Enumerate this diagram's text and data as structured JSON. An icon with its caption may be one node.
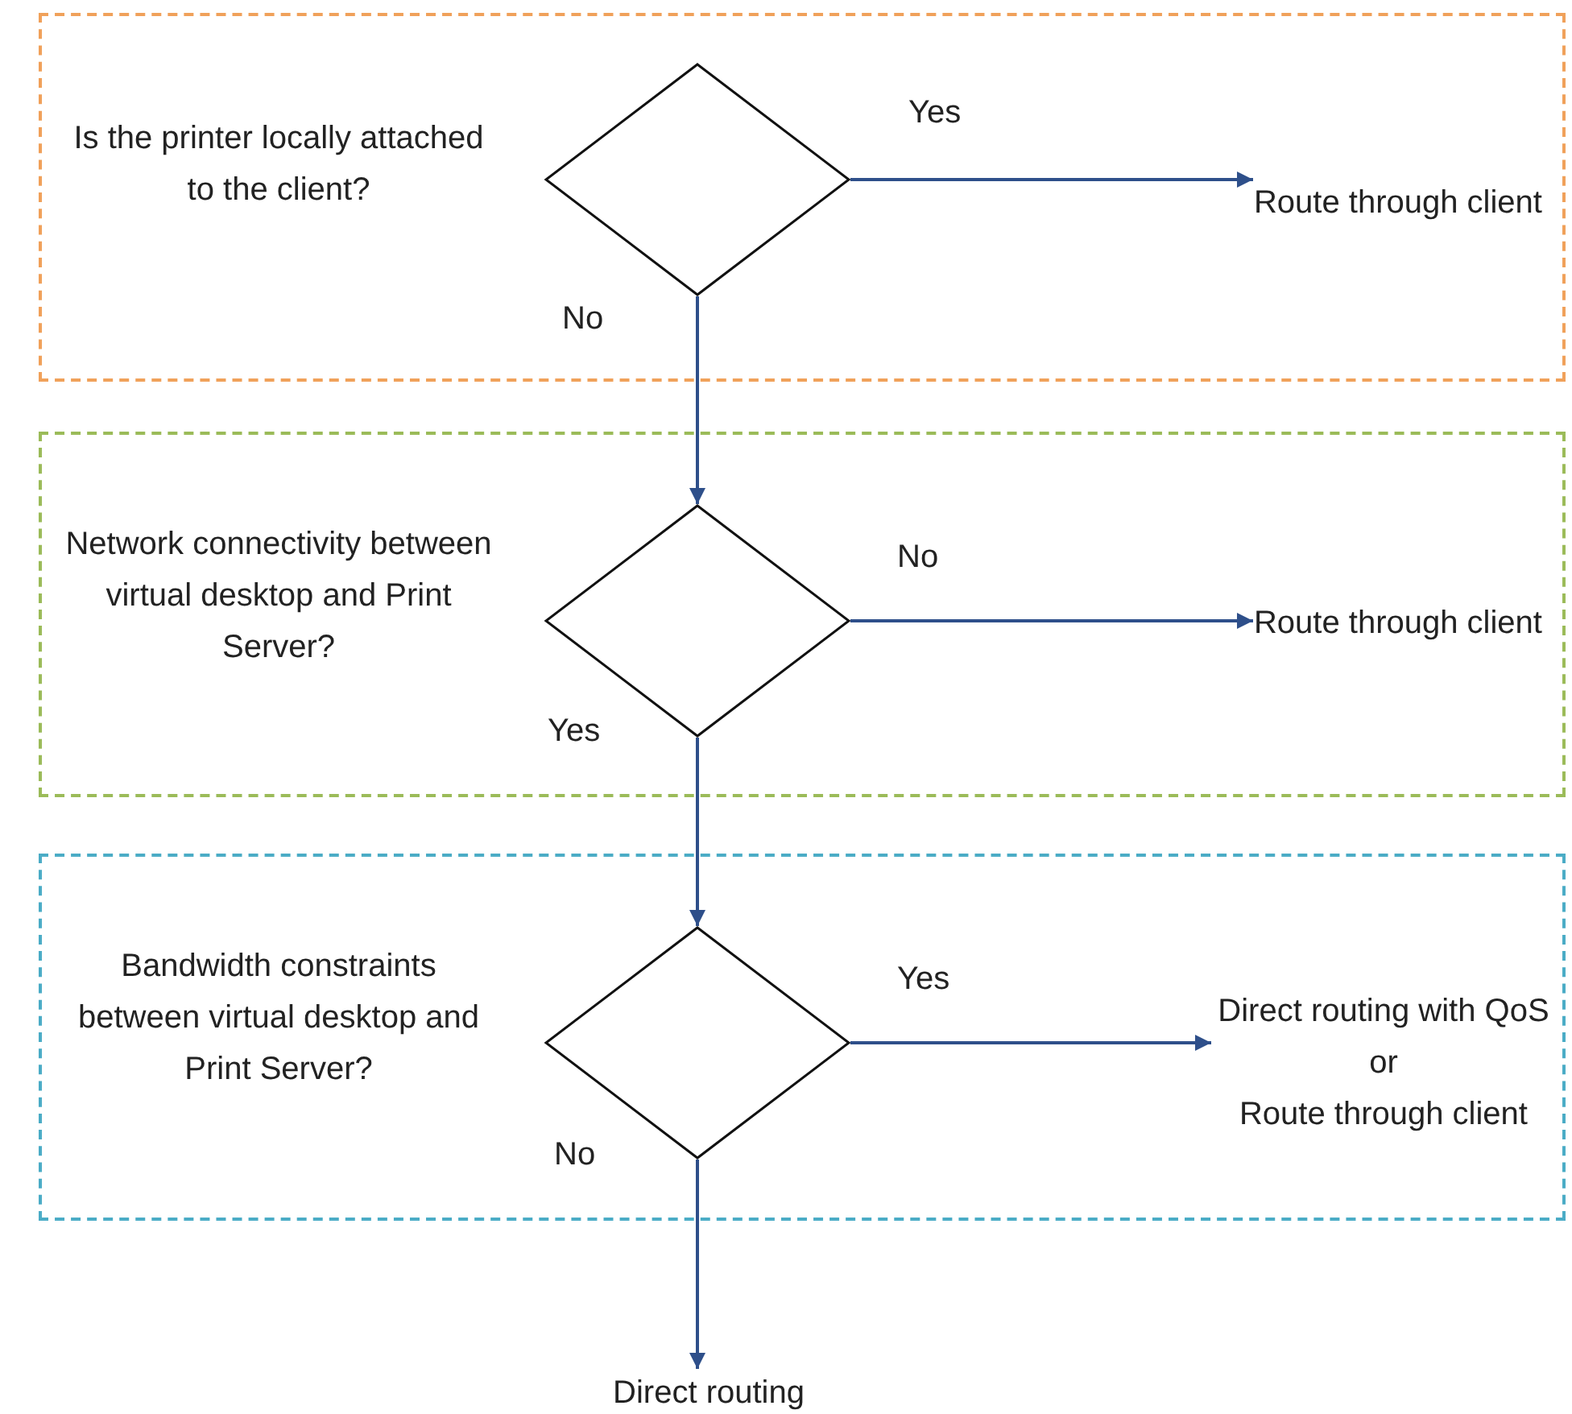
{
  "diagram": {
    "nodes": [
      {
        "text": [],
        "shape": "box"
      },
      {
        "text": [],
        "shape": "diamond",
        "in": 0,
        "beside": [
          "Is the printer locally attached to the client?"
        ]
      },
      {
        "text": [
          "Route through client"
        ],
        "in": 0
      },
      {
        "text": [],
        "shape": "box"
      },
      {
        "text": [],
        "shape": "diamond",
        "in": 3,
        "beside": [
          "Network connectivity between virtual desktop and Print Server?"
        ]
      },
      {
        "text": [
          "Route through client"
        ],
        "in": 3
      },
      {
        "text": [],
        "shape": "box"
      },
      {
        "text": [],
        "shape": "diamond",
        "in": 6,
        "beside": [
          "Bandwidth constraints between virtual desktop and Print Server?"
        ]
      },
      {
        "text": [
          "Direct routing with QoS",
          "or",
          "Route through client"
        ],
        "in": 6
      },
      {
        "text": [
          "Direct routing"
        ]
      }
    ],
    "edges": [
      {
        "from": 1,
        "to": 2,
        "arrow": "to",
        "label": "Yes"
      },
      {
        "from": 1,
        "to": 4,
        "arrow": "to",
        "label": "No"
      },
      {
        "from": 4,
        "to": 5,
        "arrow": "to",
        "label": "No"
      },
      {
        "from": 4,
        "to": 7,
        "arrow": "to",
        "label": "Yes"
      },
      {
        "from": 7,
        "to": 8,
        "arrow": "to",
        "label": "Yes"
      },
      {
        "from": 7,
        "to": 9,
        "arrow": "to",
        "label": "No"
      }
    ]
  }
}
